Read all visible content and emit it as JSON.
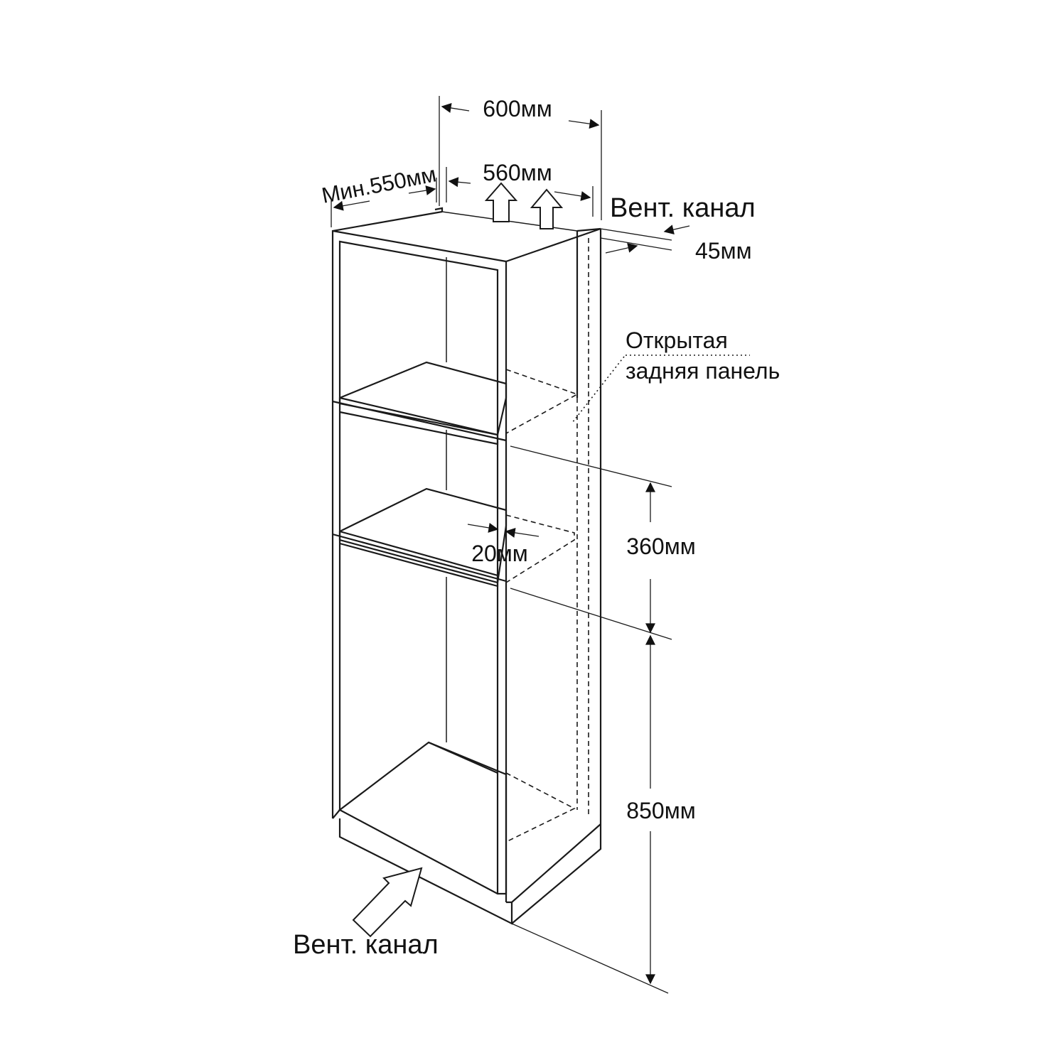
{
  "labels": {
    "width_outer": "600мм",
    "width_inner": "560мм",
    "depth_min": "Мин.550мм",
    "vent_top": "Вент. канал",
    "gap_top": "45мм",
    "open_back_line1": "Открытая",
    "open_back_line2": "задняя панель",
    "niche_height": "360мм",
    "gap_side": "20мм",
    "base_height": "850мм",
    "vent_bottom": "Вент. канал"
  }
}
